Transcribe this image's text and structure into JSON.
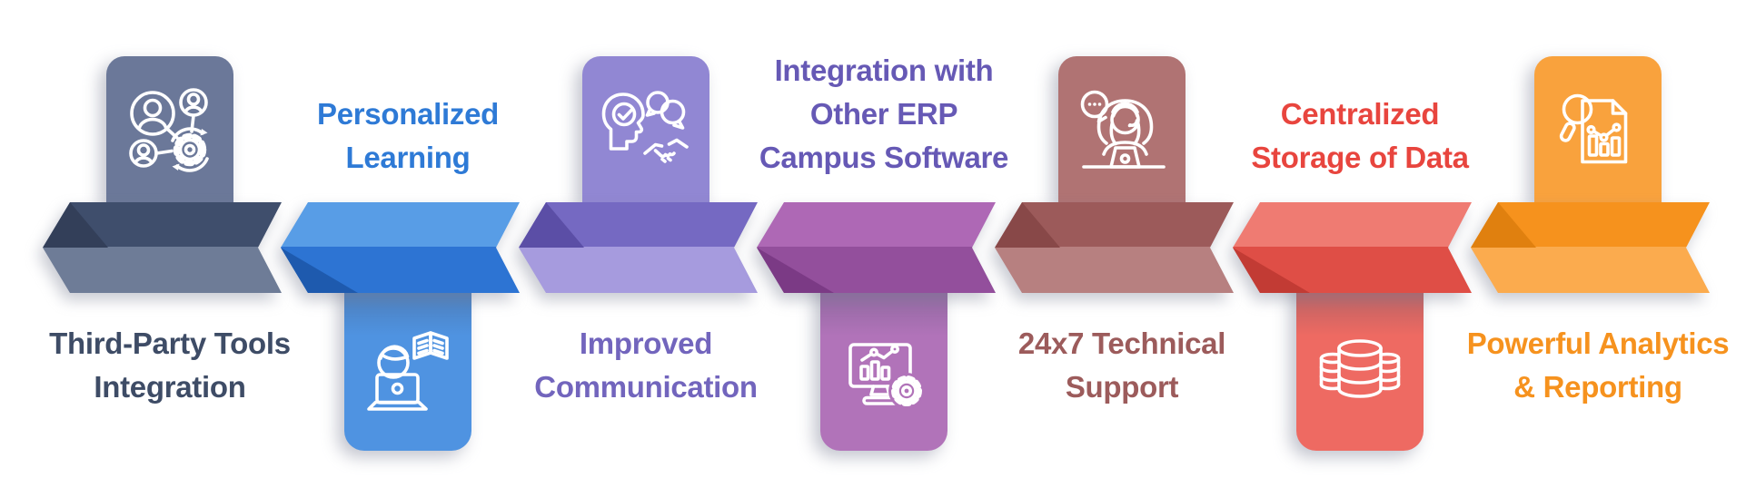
{
  "items": [
    {
      "id": "third-party-tools-integration",
      "icon": "third-party-integration-icon",
      "tab_position": "above",
      "label_position": "below",
      "label_lines": [
        "Third-Party Tools",
        "Integration"
      ],
      "colors": {
        "tab": "#6B7899",
        "band_top": "#3F4E6C",
        "band_bottom": "#6E7C97",
        "fold": "#333F59",
        "text": "#3E4C66"
      }
    },
    {
      "id": "personalized-learning",
      "icon": "personalized-learning-icon",
      "tab_position": "below",
      "label_position": "above",
      "label_lines": [
        "Personalized",
        "Learning"
      ],
      "colors": {
        "tab": "#4F93E1",
        "band_top": "#589DE6",
        "band_bottom": "#2D74D3",
        "fold": "#1E5AAE",
        "text": "#2E7AD6"
      }
    },
    {
      "id": "improved-communication",
      "icon": "improved-communication-icon",
      "tab_position": "above",
      "label_position": "below",
      "label_lines": [
        "Improved",
        "Communication"
      ],
      "colors": {
        "tab": "#9187D3",
        "band_top": "#7569C2",
        "band_bottom": "#A69BDE",
        "fold": "#5B4EA6",
        "text": "#7265BD"
      }
    },
    {
      "id": "integration-with-other-erp-campus-software",
      "icon": "erp-campus-integration-icon",
      "tab_position": "below",
      "label_position": "above",
      "label_lines": [
        "Integration with",
        "Other ERP",
        "Campus Software"
      ],
      "colors": {
        "tab": "#B173B9",
        "band_top": "#AE68B5",
        "band_bottom": "#934F9C",
        "fold": "#7B3A85",
        "text": "#6659B5"
      }
    },
    {
      "id": "24x7-technical-support",
      "icon": "technical-support-icon",
      "tab_position": "above",
      "label_position": "below",
      "label_lines": [
        "24x7 Technical",
        "Support"
      ],
      "colors": {
        "tab": "#B07373",
        "band_top": "#9C5A5A",
        "band_bottom": "#B78080",
        "fold": "#884848",
        "text": "#9C5B5B"
      }
    },
    {
      "id": "centralized-storage-of-data",
      "icon": "centralized-storage-icon",
      "tab_position": "below",
      "label_position": "above",
      "label_lines": [
        "Centralized",
        "Storage of Data"
      ],
      "colors": {
        "tab": "#EE6A62",
        "band_top": "#EF7B72",
        "band_bottom": "#DF4E46",
        "fold": "#C23B34",
        "text": "#E8453E"
      }
    },
    {
      "id": "powerful-analytics-reporting",
      "icon": "analytics-reporting-icon",
      "tab_position": "above",
      "label_position": "below",
      "label_lines": [
        "Powerful Analytics",
        "& Reporting"
      ],
      "colors": {
        "tab": "#F9A23D",
        "band_top": "#F6921D",
        "band_bottom": "#FBAB4E",
        "fold": "#E0800F",
        "text": "#F6921E"
      }
    }
  ]
}
